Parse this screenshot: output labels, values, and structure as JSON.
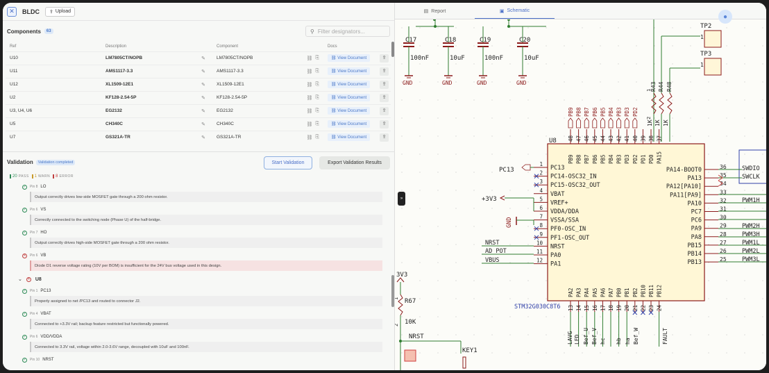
{
  "app": {
    "project_name": "BLDC",
    "upload_label": "Upload"
  },
  "components": {
    "title": "Components",
    "count": "63",
    "filter_placeholder": "Filter designators...",
    "columns": [
      "Ref",
      "Description",
      "Component",
      "Docs"
    ],
    "rows": [
      {
        "ref": "U10",
        "description": "LM7805CT/NOPB",
        "component": "LM7805CT/NOPB",
        "docs": "View Document"
      },
      {
        "ref": "U11",
        "description": "AMS1117-3.3",
        "component": "AMS1117-3.3",
        "docs": "View Document"
      },
      {
        "ref": "U12",
        "description": "XL1509-12E1",
        "component": "XL1509-12E1",
        "docs": "View Document"
      },
      {
        "ref": "U2",
        "description": "KF128-2.54-5P",
        "component": "KF128-2.54-5P",
        "docs": "View Document"
      },
      {
        "ref": "U3, U4, U6",
        "description": "EG2132",
        "component": "EG2132",
        "docs": "View Document"
      },
      {
        "ref": "U5",
        "description": "CH340C",
        "component": "CH340C",
        "docs": "View Document"
      },
      {
        "ref": "U7",
        "description": "GS321A-TR",
        "component": "GS321A-TR",
        "docs": "View Document"
      }
    ]
  },
  "validation": {
    "title": "Validation",
    "status_badge": "Validation completed",
    "start_label": "Start Validation",
    "export_label": "Export Validation Results",
    "pass_count": "20",
    "pass_label": "PASS",
    "warn_count": "1",
    "warn_label": "WARN",
    "error_count": "8",
    "error_label": "ERROR",
    "items_top": [
      {
        "pin": "Pin 8",
        "name": "LO",
        "status": "ok",
        "message": "Output correctly drives low-side MOSFET gate through a 200 ohm resistor."
      },
      {
        "pin": "Pin 6",
        "name": "VS",
        "status": "ok",
        "message": "Correctly connected to the switching node (Phase U) of the half-bridge."
      },
      {
        "pin": "Pin 7",
        "name": "HO",
        "status": "ok",
        "message": "Output correctly drives high-side MOSFET gate through a 200 ohm resistor."
      },
      {
        "pin": "Pin 6",
        "name": "VB",
        "status": "error",
        "message": "Diode D1 reverse voltage rating (10V per BOM) is insufficient for the 24V bus voltage used in this design."
      }
    ],
    "group_name": "U8",
    "items_u8": [
      {
        "pin": "Pin 1",
        "name": "PC13",
        "status": "ok",
        "message": "Properly assigned to net /PC13 and routed to connector J2."
      },
      {
        "pin": "Pin 4",
        "name": "VBAT",
        "status": "ok",
        "message": "Connected to +3.3V rail; backup feature restricted but functionally powered."
      },
      {
        "pin": "Pin 6",
        "name": "VDD/VDDA",
        "status": "ok",
        "message": "Connected to 3.3V rail, voltage within 2.0-3.6V range, decoupled with 10uF and 100nF."
      },
      {
        "pin": "Pin 10",
        "name": "NRST",
        "status": "ok",
        "message": ""
      }
    ]
  },
  "tabs": {
    "report": "Report",
    "schematic": "Schematic"
  },
  "schematic": {
    "caps": [
      {
        "ref": "C17",
        "value": "100nF"
      },
      {
        "ref": "C18",
        "value": "10uF"
      },
      {
        "ref": "C19",
        "value": "100nF"
      },
      {
        "ref": "C20",
        "value": "10uF"
      }
    ],
    "gnd": "GND",
    "tp2": "TP2",
    "tp3": "TP3",
    "tp_pin": "1",
    "res_top": [
      "R43",
      "R44",
      "R48"
    ],
    "res_vals": [
      "1K",
      "1K",
      "1K"
    ],
    "r43_pins": [
      "1",
      "2"
    ],
    "top_pins": [
      "PB9",
      "PB8",
      "PB7",
      "PB6",
      "PB5",
      "PB4",
      "PB3",
      "PD3",
      "PD2",
      "PD1",
      "PD0",
      "PA15"
    ],
    "top_pin_short": [
      "PB9",
      "PB8",
      "PB7",
      "PB6",
      "PB5",
      "PB4",
      "PB3",
      "PD3",
      "PD2",
      "PD1",
      "PD0",
      "PA15"
    ],
    "top_nums": [
      "48",
      "47",
      "46",
      "45",
      "44",
      "43",
      "42",
      "41",
      "40",
      "39",
      "38",
      "37"
    ],
    "u8_ref": "U8",
    "u8_part": "STM32G030C8T6",
    "left_pins": [
      {
        "num": "1",
        "name": "PC13"
      },
      {
        "num": "2",
        "name": "PC14-OSC32_IN"
      },
      {
        "num": "3",
        "name": "PC15-OSC32_OUT"
      },
      {
        "num": "4",
        "name": "VBAT"
      },
      {
        "num": "5",
        "name": "VREF+"
      },
      {
        "num": "6",
        "name": "VDDA/DDA"
      },
      {
        "num": "7",
        "name": "VSSA/SSA"
      },
      {
        "num": "8",
        "name": "PF0-OSC_IN"
      },
      {
        "num": "9",
        "name": "PF1-OSC_OUT"
      },
      {
        "num": "10",
        "name": "NRST"
      },
      {
        "num": "11",
        "name": "PA0"
      },
      {
        "num": "12",
        "name": "PA1"
      }
    ],
    "right_pins": [
      {
        "num": "36",
        "name": "PA14-BOOT0"
      },
      {
        "num": "35",
        "name": "PA13"
      },
      {
        "num": "34",
        "name": "PA12[PA10]"
      },
      {
        "num": "33",
        "name": "PA11[PA9]"
      },
      {
        "num": "32",
        "name": "PA10"
      },
      {
        "num": "31",
        "name": "PC7"
      },
      {
        "num": "30",
        "name": "PC6"
      },
      {
        "num": "29",
        "name": "PA9"
      },
      {
        "num": "28",
        "name": "PA8"
      },
      {
        "num": "27",
        "name": "PB15"
      },
      {
        "num": "26",
        "name": "PB14"
      },
      {
        "num": "25",
        "name": "PB13"
      }
    ],
    "bottom_pins": [
      "PA2",
      "PA3",
      "PA4",
      "PA5",
      "PA6",
      "PA7",
      "PB0",
      "PB1",
      "PB2",
      "PB10",
      "PB11",
      "PB12"
    ],
    "bottom_nums": [
      "13",
      "14",
      "15",
      "16",
      "17",
      "18",
      "19",
      "20",
      "21",
      "22",
      "23",
      "24"
    ],
    "bottom_nets": [
      "LAVG",
      "LED",
      "Bef_U",
      "Bef_V",
      "hc",
      "hb",
      "ha",
      "Bef_W",
      "FAULT"
    ],
    "right_nets": [
      "SWDIO",
      "SWCLK",
      "PWM1H",
      "PWM2H",
      "PWM3H",
      "PWM1L",
      "PWM2L",
      "PWM3L"
    ],
    "left_nets": [
      "PC13",
      "+3V3",
      "GND",
      "NRST",
      "AD_POT",
      "VBUS"
    ],
    "rail_3v3": "3V3",
    "r67": "R67",
    "r67_val": "10K",
    "r67_pins": [
      "1",
      "2"
    ],
    "nrst_label": "NRST",
    "key1": "KEY1"
  }
}
